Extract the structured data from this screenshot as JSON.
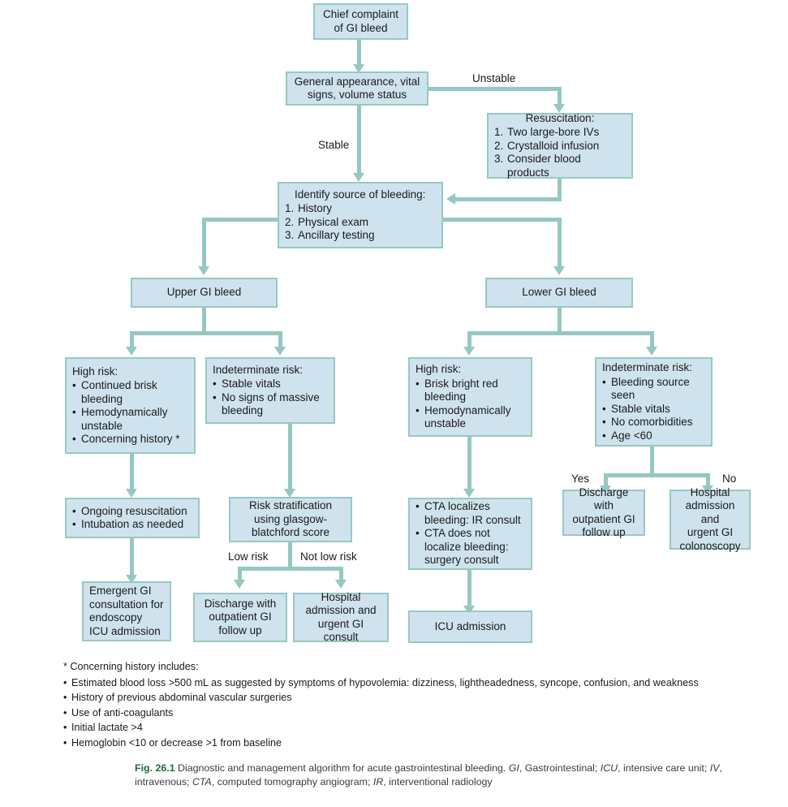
{
  "figure": {
    "number": "Fig. 26.1",
    "caption_part1": "  Diagnostic and management algorithm for acute gastrointestinal bleeding. ",
    "abbrev": [
      {
        "term": "GI",
        "def": ", Gastrointestinal; "
      },
      {
        "term": "ICU",
        "def": ", intensive care unit; "
      },
      {
        "term": "IV",
        "def": ", intravenous; "
      },
      {
        "term": "CTA",
        "def": ", computed tomography angiogram; "
      },
      {
        "term": "IR",
        "def": ", interventional radiology"
      }
    ]
  },
  "colors": {
    "box_fill": "#cfe3ee",
    "box_border": "#97c9c2",
    "connector": "#95c8c0",
    "caption_accent": "#1d6b3c",
    "text": "#1a1a1a"
  },
  "nodes": {
    "chief_complaint": "Chief complaint\nof GI bleed",
    "general_appearance": "General appearance, vital\nsigns, volume status",
    "resuscitation_header": "Resuscitation:",
    "resuscitation_items": [
      "Two large-bore IVs",
      "Crystalloid infusion",
      "Consider blood products"
    ],
    "identify_source_header": "Identify source of bleeding:",
    "identify_source_items": [
      "History",
      "Physical exam",
      "Ancillary testing"
    ],
    "upper_gi_bleed": "Upper GI bleed",
    "lower_gi_bleed": "Lower GI bleed",
    "upper_high_risk_header": "High risk:",
    "upper_high_risk_items": [
      "Continued brisk bleeding",
      "Hemodynamically unstable",
      "Concerning history *"
    ],
    "upper_indeterminate_header": "Indeterminate risk:",
    "upper_indeterminate_items": [
      "Stable vitals",
      "No signs of massive bleeding"
    ],
    "lower_high_risk_header": "High risk:",
    "lower_high_risk_items": [
      "Brisk bright red bleeding",
      "Hemodynamically unstable"
    ],
    "lower_indeterminate_header": "Indeterminate risk:",
    "lower_indeterminate_items": [
      "Bleeding source seen",
      "Stable vitals",
      "No comorbidities",
      "Age <60"
    ],
    "ongoing_resuscitation_items": [
      "Ongoing resuscitation",
      "Intubation as needed"
    ],
    "risk_stratification": "Risk stratification\nusing glasgow-\nblatchford score",
    "emergent_gi": "Emergent GI\nconsultation for\nendoscopy\nICU admission",
    "discharge_upper": "Discharge with\noutpatient GI\nfollow up",
    "hospital_upper": "Hospital\nadmission and\nurgent GI consult",
    "cta_items": [
      "CTA localizes bleeding: IR consult",
      "CTA does not localize bleeding: surgery consult"
    ],
    "icu_admission": "ICU admission",
    "discharge_lower": "Discharge with\noutpatient GI\nfollow up",
    "hospital_lower": "Hospital\nadmission and\nurgent GI\ncolonoscopy"
  },
  "edge_labels": {
    "unstable": "Unstable",
    "stable": "Stable",
    "low_risk": "Low risk",
    "not_low_risk": "Not low risk",
    "yes": "Yes",
    "no": "No"
  },
  "footnotes": {
    "header": "* Concerning history includes:",
    "items": [
      "Estimated blood loss >500 mL as suggested by symptoms of hypovolemia: dizziness, lightheadedness, syncope, confusion, and weakness",
      "History of previous abdominal vascular surgeries",
      "Use of anti-coagulants",
      "Initial lactate >4",
      "Hemoglobin <10 or decrease >1 from baseline"
    ]
  }
}
